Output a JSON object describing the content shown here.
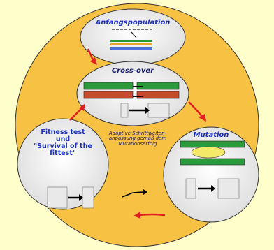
{
  "labels": {
    "anfangspopulation": "Anfangspopulation",
    "crossover": "Cross-over",
    "mutation": "Mutation",
    "fitness_line1": "Fitness test",
    "fitness_line2": "und",
    "fitness_line3": "\"Survival of the",
    "fitness_line4": "fittest\"",
    "center_line1": "Adaptive Schrittweiten-",
    "center_line2": "anpassung gemäß dem",
    "center_line3": "Mutationserfolg"
  },
  "colors": {
    "background": "#ffffcc",
    "main_disk": "#f7c244",
    "bubble": "#eeeeee",
    "arrow_red": "#e02020",
    "title_blue": "#1a2fc0"
  }
}
